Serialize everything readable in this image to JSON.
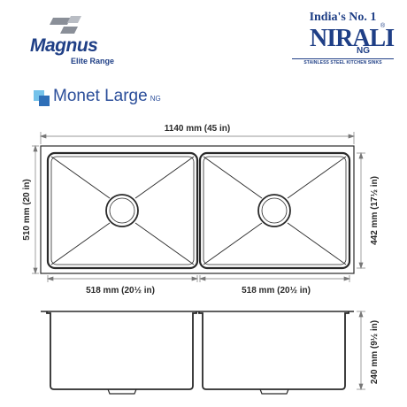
{
  "brand": {
    "magnus_name": "Magnus",
    "magnus_range": "Elite Range",
    "tagline": "India's No. 1",
    "nirali_name": "NIRALI",
    "nirali_reg": "®",
    "nirali_variant": "NG",
    "nirali_desc": "STAINLESS STEEL KITCHEN SINKS"
  },
  "product": {
    "name": "Monet Large",
    "variant": "NG"
  },
  "dimensions": {
    "overall_width": "1140 mm (45 in)",
    "overall_depth": "510 mm (20 in)",
    "inner_depth": "442 mm (17½ in)",
    "left_bowl_width": "518 mm (20½ in)",
    "right_bowl_width": "518 mm (20½ in)",
    "bowl_height": "240 mm (9½ in)"
  },
  "colors": {
    "brand_blue": "#1f3f86",
    "icon_light": "#74c2ea",
    "icon_dark": "#2e6fb8"
  }
}
